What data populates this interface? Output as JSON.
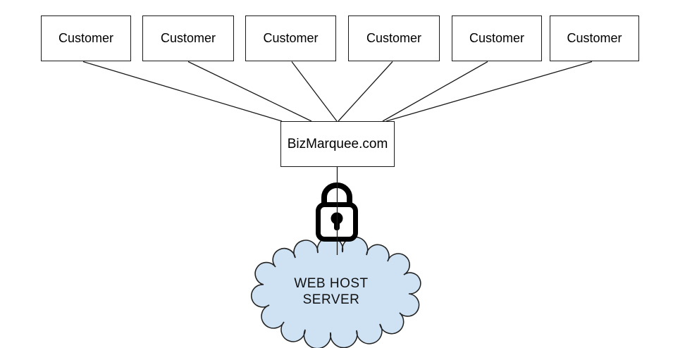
{
  "diagram": {
    "customers": [
      {
        "label": "Customer"
      },
      {
        "label": "Customer"
      },
      {
        "label": "Customer"
      },
      {
        "label": "Customer"
      },
      {
        "label": "Customer"
      },
      {
        "label": "Customer"
      }
    ],
    "website": {
      "label": "BizMarquee.com"
    },
    "server": {
      "label": "WEB HOST\nSERVER",
      "shape": "cloud"
    },
    "security": {
      "icon": "lock-icon"
    },
    "edges": [
      {
        "from": "customer-1",
        "to": "website"
      },
      {
        "from": "customer-2",
        "to": "website"
      },
      {
        "from": "customer-3",
        "to": "website"
      },
      {
        "from": "customer-4",
        "to": "website"
      },
      {
        "from": "customer-5",
        "to": "website"
      },
      {
        "from": "customer-6",
        "to": "website"
      },
      {
        "from": "website",
        "to": "server",
        "via": "lock"
      }
    ],
    "colors": {
      "background": "#ffffff",
      "line": "#1a1a1a",
      "box_border": "#1a1a1a",
      "cloud_fill": "#cfe2f3",
      "cloud_stroke": "#222222",
      "lock": "#000000",
      "text": "#000000"
    }
  }
}
